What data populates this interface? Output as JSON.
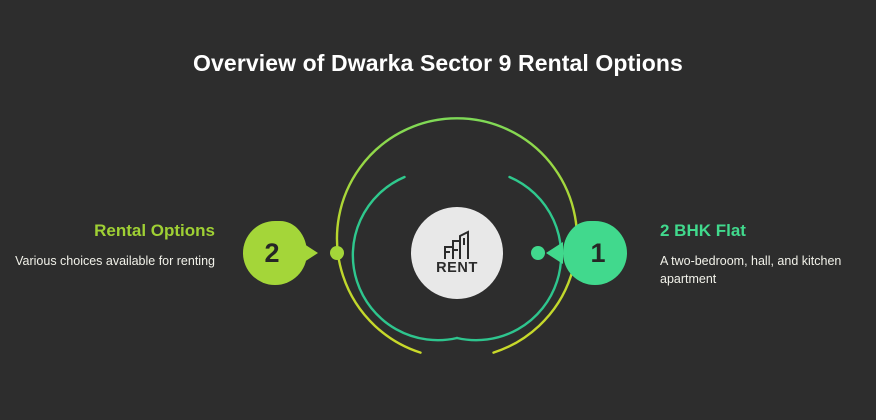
{
  "title": "Overview of Dwarka Sector 9 Rental Options",
  "background_color": "#2d2d2d",
  "center": {
    "icon_name": "building-rent-icon",
    "label": "RENT",
    "circle_color": "#e8e8e8"
  },
  "orbits": [
    {
      "name": "outer-orbit-ring",
      "color": "#b8d62e",
      "gap_position": "bottom"
    },
    {
      "name": "inner-orbit-ring",
      "color": "#2fc98d",
      "gap_position": "top"
    }
  ],
  "nodes": [
    {
      "number": "2",
      "side": "left",
      "heading": "Rental Options",
      "description": "Various choices available for renting",
      "accent_color": "#a4d639",
      "heading_color": "#9fd034",
      "dot_color": "#a4d639"
    },
    {
      "number": "1",
      "side": "right",
      "heading": "2 BHK Flat",
      "description": "A two-bedroom, hall, and kitchen apartment",
      "accent_color": "#41d98d",
      "heading_color": "#41d98d",
      "dot_color": "#41d98d"
    }
  ]
}
